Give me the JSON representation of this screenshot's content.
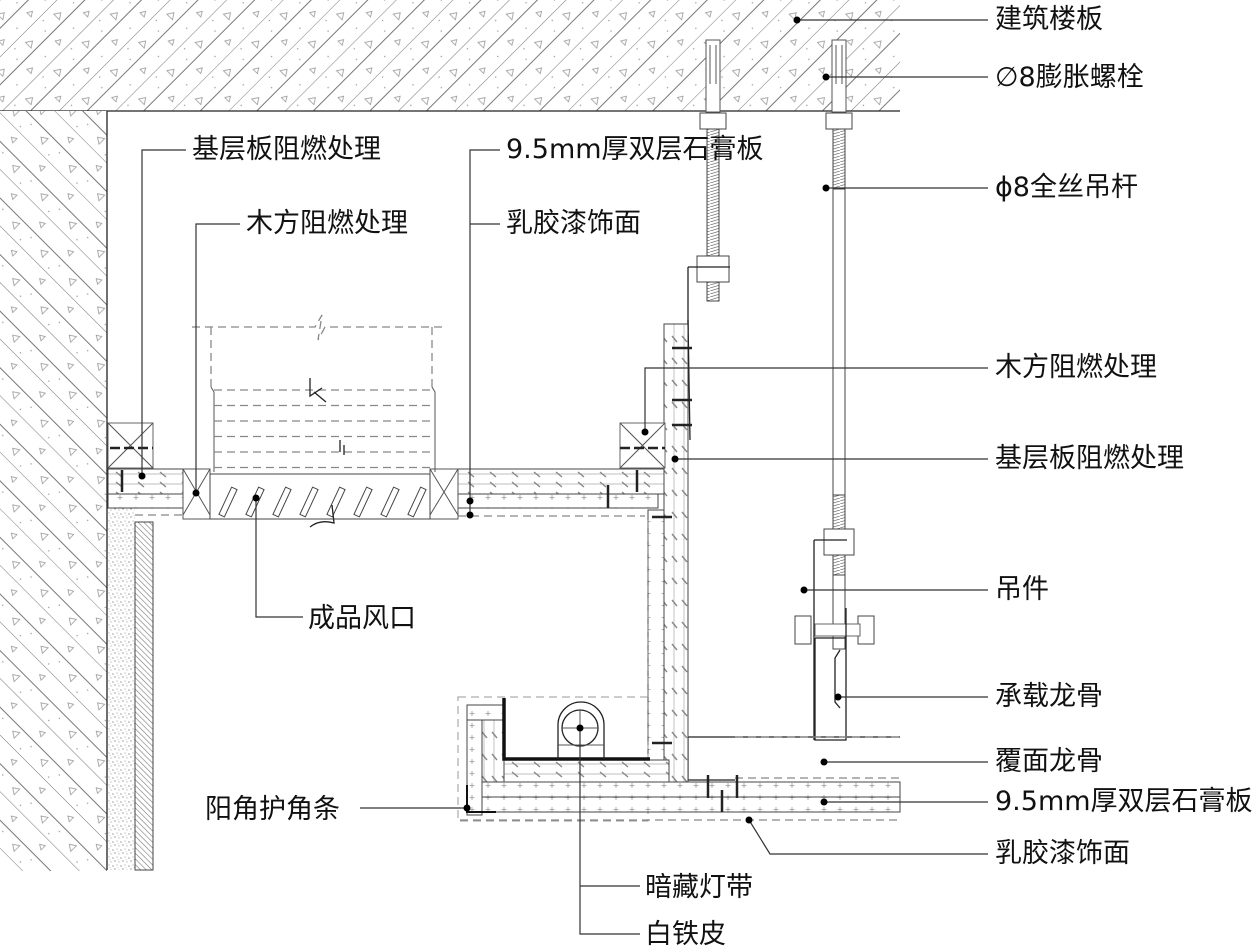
{
  "drawing": {
    "type": "ceiling section detail",
    "colors": {
      "line": "#222222",
      "hatch": "#888888",
      "background": "#ffffff"
    }
  },
  "labels_right": [
    {
      "id": "floor-slab",
      "text": "建筑楼板"
    },
    {
      "id": "expansion-bolt",
      "text": "∅8膨胀螺栓"
    },
    {
      "id": "threaded-rod",
      "text": "ϕ8全丝吊杆"
    },
    {
      "id": "timber-fire-right",
      "text": "木方阻燃处理"
    },
    {
      "id": "base-board-fire-right",
      "text": "基层板阻燃处理"
    },
    {
      "id": "hanger",
      "text": "吊件"
    },
    {
      "id": "main-keel",
      "text": "承载龙骨"
    },
    {
      "id": "cover-keel",
      "text": "覆面龙骨"
    },
    {
      "id": "gypsum-right",
      "text": "9.5mm厚双层石膏板"
    },
    {
      "id": "latex-right",
      "text": "乳胶漆饰面"
    }
  ],
  "labels_top": [
    {
      "id": "base-board-fire-left",
      "text": "基层板阻燃处理"
    },
    {
      "id": "timber-fire-left",
      "text": "木方阻燃处理"
    },
    {
      "id": "gypsum-top",
      "text": "9.5mm厚双层石膏板"
    },
    {
      "id": "latex-top",
      "text": "乳胶漆饰面"
    }
  ],
  "labels_bottom": [
    {
      "id": "air-vent",
      "text": "成品风口"
    },
    {
      "id": "corner-bead",
      "text": "阳角护角条"
    },
    {
      "id": "hidden-light",
      "text": "暗藏灯带"
    },
    {
      "id": "white-iron",
      "text": "白铁皮"
    }
  ]
}
